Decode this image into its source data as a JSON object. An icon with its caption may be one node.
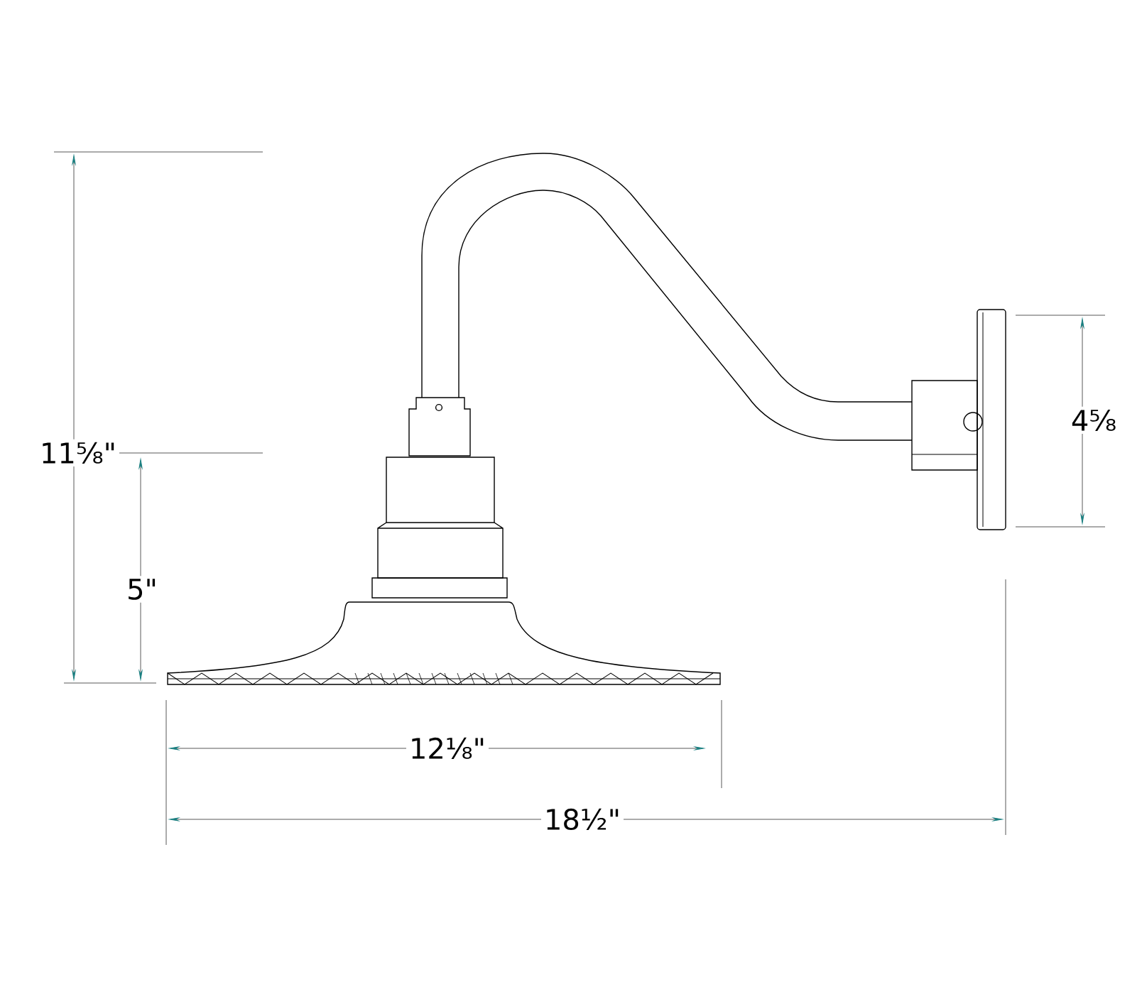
{
  "diagram": {
    "labels": [
      "4⅝",
      "11⅝\"",
      "5\"",
      "12⅛\"",
      "18½\""
    ]
  }
}
